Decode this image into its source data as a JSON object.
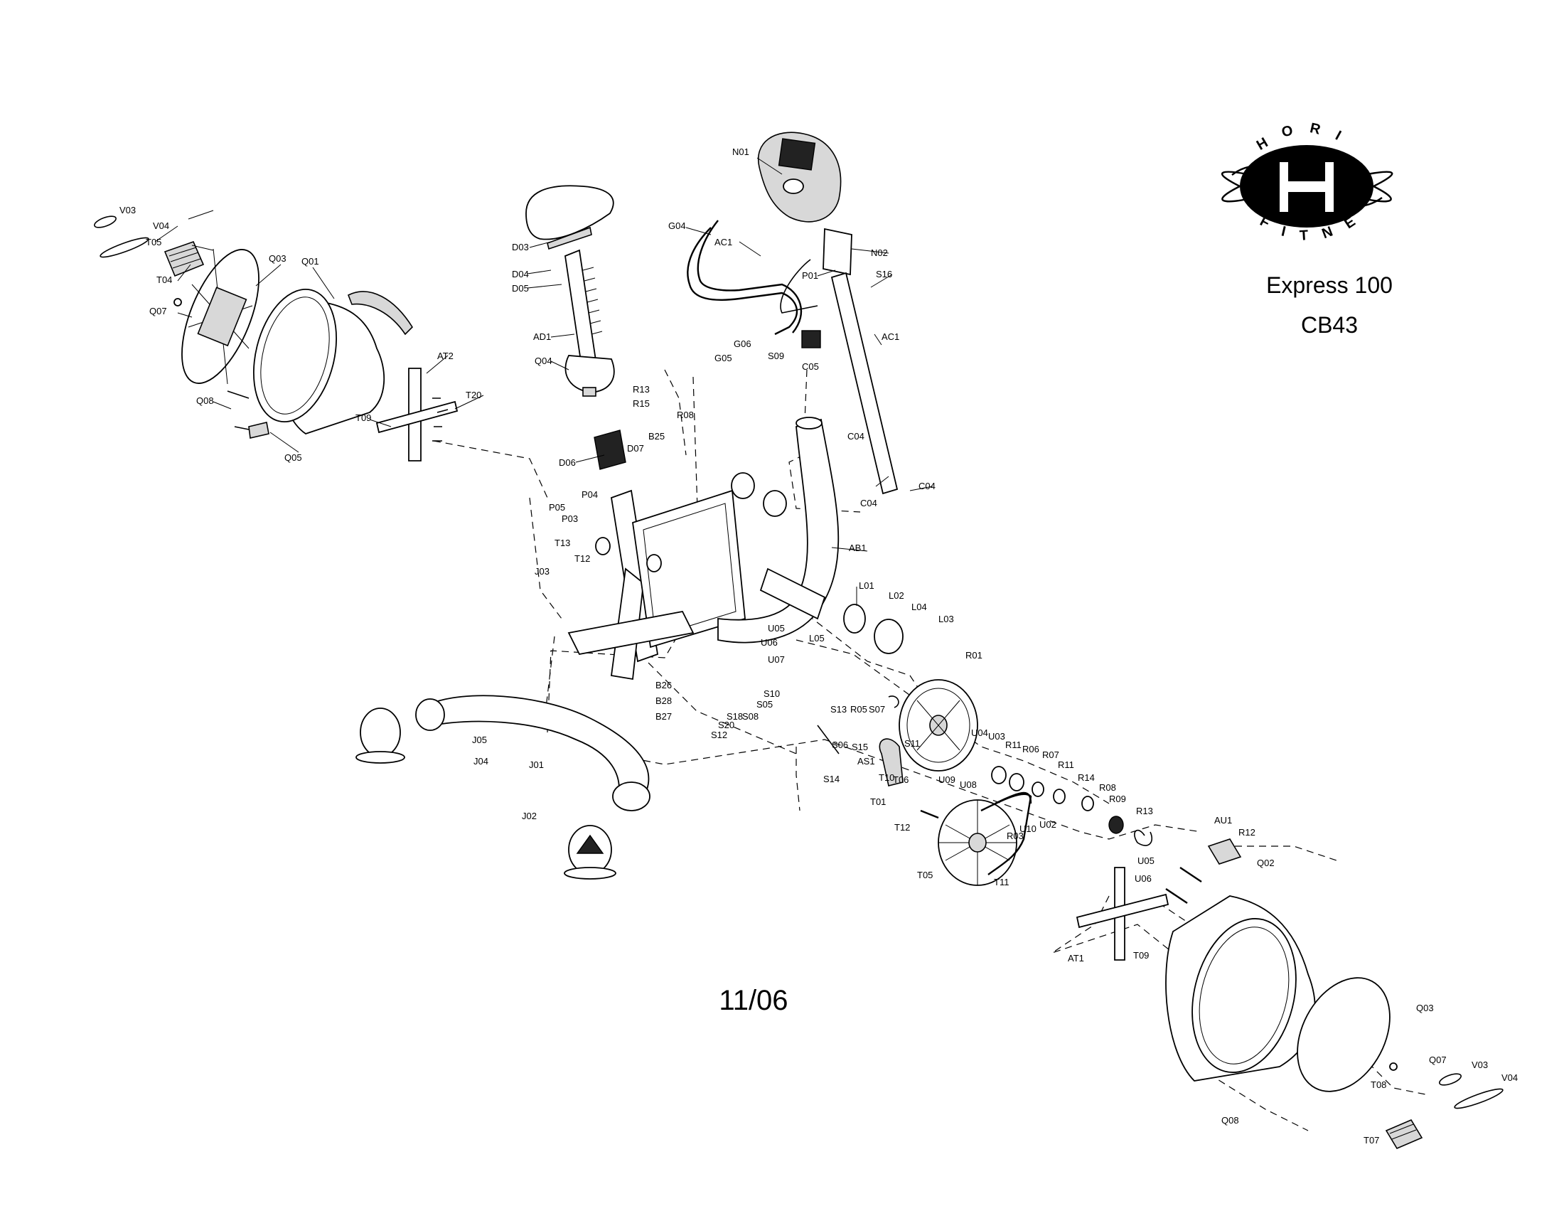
{
  "header": {
    "brand_top": "HORIZON",
    "brand_bottom": "FITNESS",
    "model": "Express 100",
    "code": "CB43"
  },
  "footer": {
    "date": "11/06"
  },
  "part_labels": [
    "V03",
    "V04",
    "T05",
    "T04",
    "Q03",
    "Q01",
    "Q07",
    "Q08",
    "Q05",
    "AT2",
    "T20",
    "T09",
    "D03",
    "D04",
    "D05",
    "AD1",
    "Q04",
    "D06",
    "D07",
    "B25",
    "R13",
    "R15",
    "R08",
    "N01",
    "G04",
    "AC1",
    "N02",
    "S16",
    "P01",
    "G06",
    "G05",
    "S09",
    "C05",
    "AC1",
    "C04",
    "C04",
    "C04",
    "P05",
    "P04",
    "P03",
    "T13",
    "T12",
    "J03",
    "AB1",
    "L01",
    "L02",
    "L04",
    "L03",
    "L05",
    "U05",
    "U06",
    "U07",
    "B26",
    "B28",
    "B27",
    "J05",
    "J04",
    "J01",
    "J02",
    "R01",
    "S10",
    "S05",
    "S18",
    "S08",
    "S20",
    "S12",
    "S13",
    "R05",
    "S07",
    "S06",
    "S15",
    "S11",
    "AS1",
    "S14",
    "T10",
    "T01",
    "T06",
    "U09",
    "U08",
    "U04",
    "U03",
    "R11",
    "R06",
    "R07",
    "R11",
    "U10",
    "U02",
    "R03",
    "R14",
    "R08",
    "R09",
    "R13",
    "T12",
    "T05",
    "T11",
    "AU1",
    "R12",
    "U05",
    "U06",
    "AT1",
    "T09",
    "Q02",
    "Q03",
    "Q07",
    "V03",
    "V04",
    "Q08",
    "T08",
    "T07"
  ]
}
